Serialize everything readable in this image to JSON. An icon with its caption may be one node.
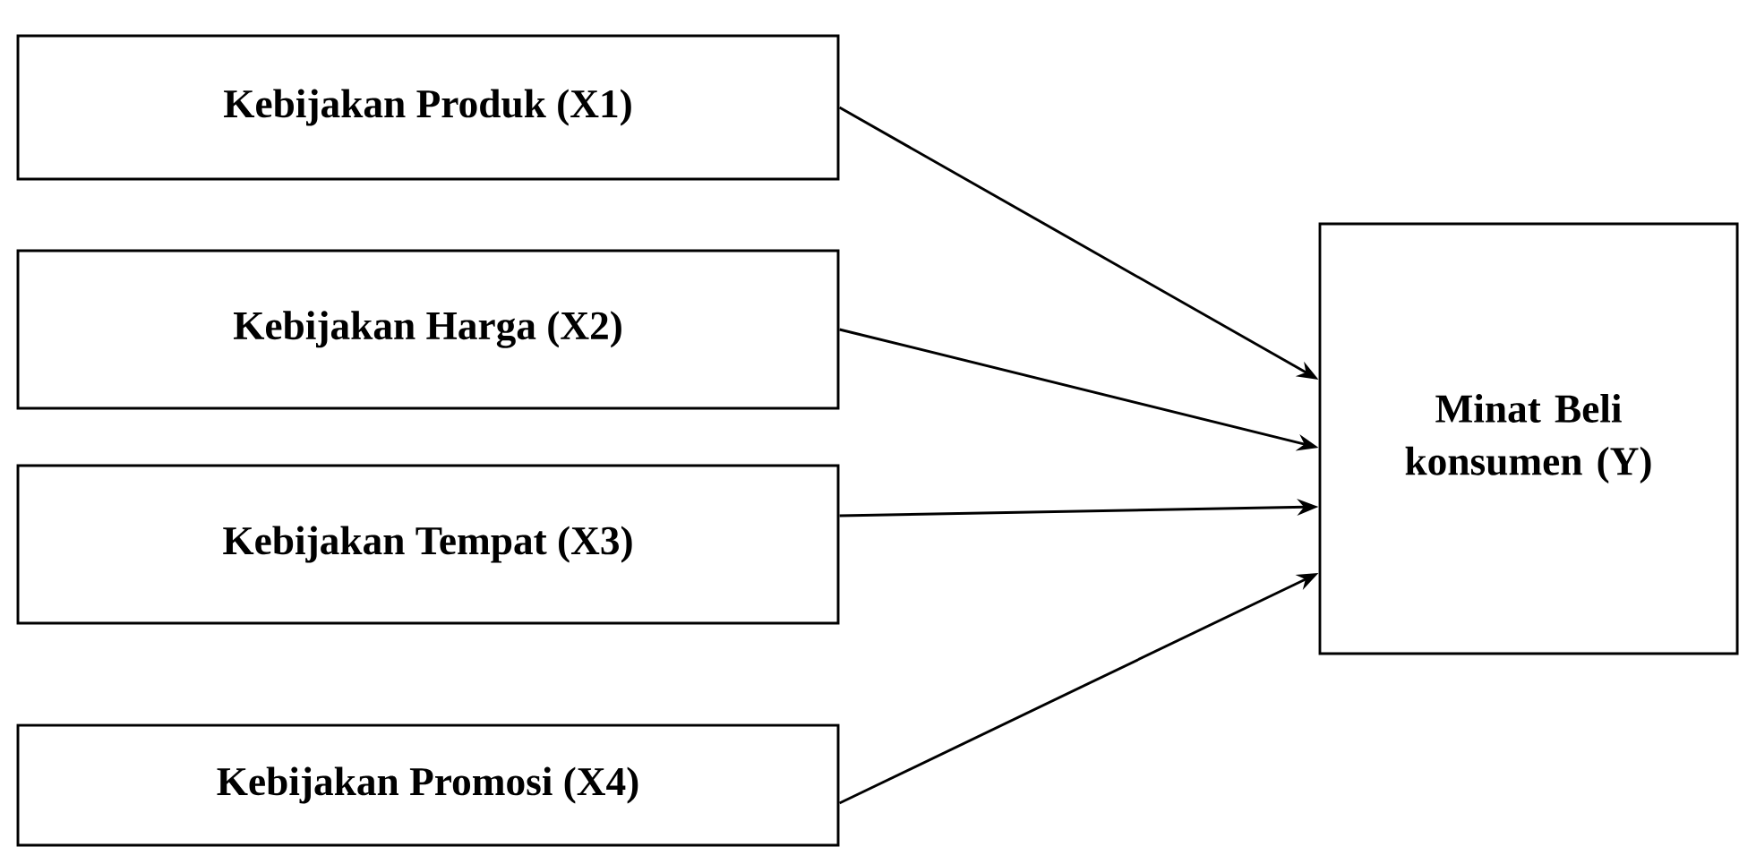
{
  "diagram": {
    "nodes": [
      {
        "text": [
          "Kebijakan Produk (X1)"
        ]
      },
      {
        "text": [
          "Kebijakan Harga (X2)"
        ]
      },
      {
        "text": [
          "Kebijakan Tempat (X3)"
        ]
      },
      {
        "text": [
          "Kebijakan Promosi (X4)"
        ]
      },
      {
        "text": [
          "Minat Beli konsumen (Y)"
        ]
      }
    ],
    "edges": [
      {
        "from": 0,
        "to": 4,
        "arrow": "to"
      },
      {
        "from": 1,
        "to": 4,
        "arrow": "to"
      },
      {
        "from": 2,
        "to": 4,
        "arrow": "to"
      },
      {
        "from": 3,
        "to": 4,
        "arrow": "to"
      }
    ]
  }
}
